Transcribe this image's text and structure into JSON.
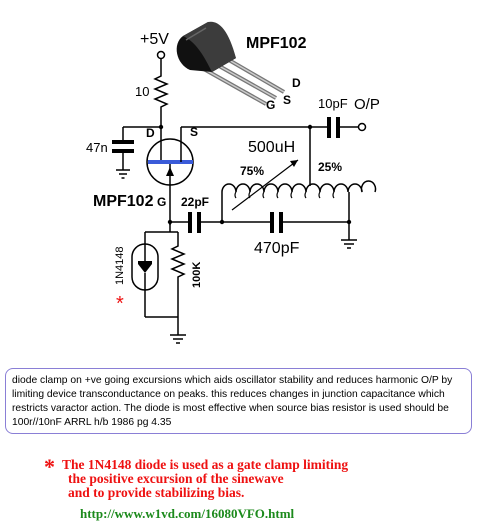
{
  "labels": {
    "supply": "+5V",
    "part_name": "MPF102",
    "pin_d_pkg": "D",
    "pin_g_pkg": "G",
    "pin_s_pkg": "S",
    "r_drain": "10",
    "c_drain": "47n",
    "pin_d": "D",
    "pin_s": "S",
    "pin_g": "G",
    "fet_label": "MPF102",
    "c_out": "10pF",
    "output": "O/P",
    "inductor": "500uH",
    "tap_75": "75%",
    "tap_25": "25%",
    "c_gate": "22pF",
    "c_tank": "470pF",
    "diode": "1N4148",
    "r_gate": "100K",
    "star_mark": "*"
  },
  "note": {
    "text": "diode clamp on +ve going excursions which aids oscillator stability and reduces harmonic O/P by limiting device transconductance on peaks. this reduces changes in junction capacitance which restricts varactor action. The diode is most effective when source bias resistor is used should be 100r//10nF  ARRL h/b 1986 pg 4.35"
  },
  "footnote": {
    "star": "*",
    "line1": "The 1N4148 diode is used as a gate clamp limiting",
    "line2": "the positive excursion of the sinewave",
    "line3": "and to provide stabilizing bias."
  },
  "url": "http://www.w1vd.com/16080VFO.html",
  "colors": {
    "footnote": "#ee1111",
    "url": "#1c8a1c",
    "note_border": "#8a7fd6",
    "fet_channel": "#3a5bd9"
  }
}
